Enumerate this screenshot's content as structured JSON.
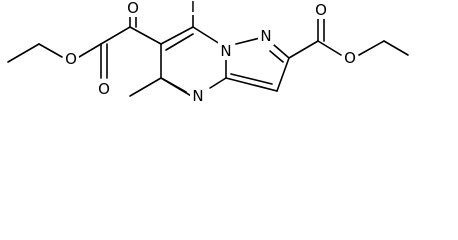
{
  "molecule": {
    "atoms": {
      "iodine": "I",
      "oxo_oxygen": "O",
      "ester1_carbonyl_oxygen": "O",
      "ester1_ether_oxygen": "O",
      "ester2_carbonyl_oxygen": "O",
      "ester2_ether_oxygen": "O",
      "ring_n_bridge": "N",
      "ring_n_pyrazole": "N",
      "ring_n_pyrimidine": "N"
    }
  }
}
